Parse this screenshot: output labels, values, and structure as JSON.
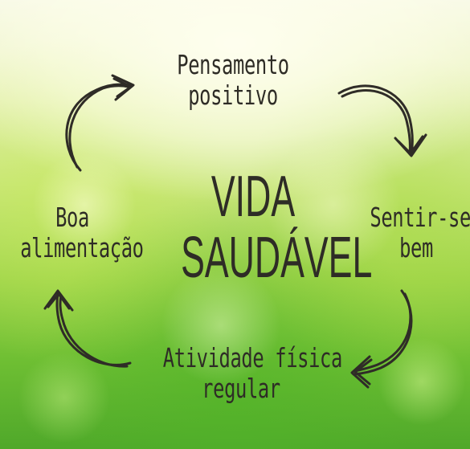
{
  "diagram": {
    "center": {
      "line1": "VIDA",
      "line2": "SAUDÁVEL"
    },
    "nodes": {
      "top": {
        "line1": "Pensamento",
        "line2": "positivo"
      },
      "right": {
        "line1": "Sentir-se",
        "line2": "bem"
      },
      "bottom": {
        "line1": "Atividade física",
        "line2": "regular"
      },
      "left": {
        "line1": "Boa",
        "line2": "alimentação"
      }
    }
  },
  "colors": {
    "ink": "#2e2c26",
    "background_light": "#f6f8e6",
    "background_green": "#4fa82a"
  }
}
